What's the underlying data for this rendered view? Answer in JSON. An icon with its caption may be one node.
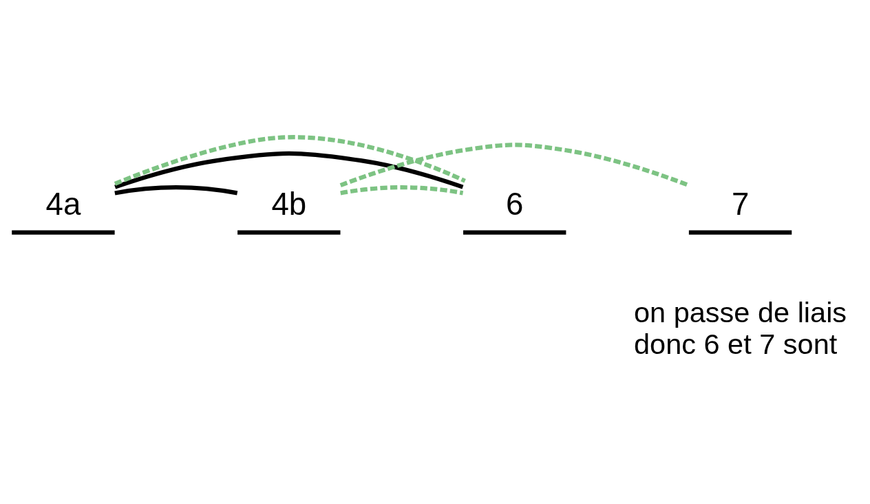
{
  "diagram": {
    "nodes": [
      {
        "text": [
          "4a"
        ]
      },
      {
        "text": [
          "4b"
        ]
      },
      {
        "text": [
          "6"
        ]
      },
      {
        "text": [
          "7"
        ]
      }
    ],
    "edges": [
      {
        "from": 0,
        "to": 1,
        "arrow": "none",
        "color": "#000000"
      },
      {
        "from": 0,
        "to": 2,
        "arrow": "none",
        "color": "#000000"
      },
      {
        "from": 0,
        "to": 2,
        "arrow": "none",
        "style": "dashed",
        "color": "#7dc383"
      },
      {
        "from": 1,
        "to": 2,
        "arrow": "none",
        "style": "dashed",
        "color": "#7dc383"
      },
      {
        "from": 1,
        "to": 3,
        "arrow": "none",
        "style": "dashed",
        "color": "#7dc383"
      }
    ],
    "labels": [
      "on passe de liais",
      "donc 6 et 7 sont"
    ]
  }
}
